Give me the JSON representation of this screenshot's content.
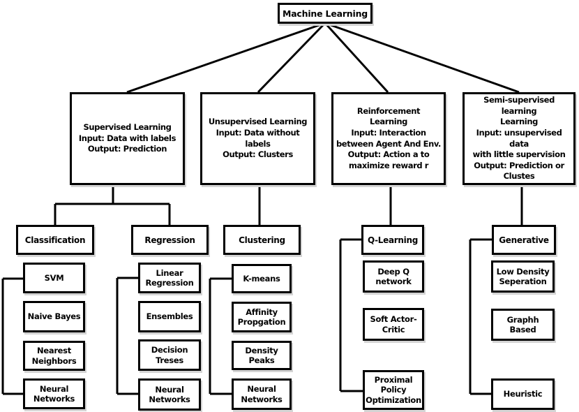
{
  "diagram_title": "Machine Learning",
  "nodes": {
    "machine_learning": "Machine Learning",
    "supervised": "Supervised Learning\nInput: Data with labels\nOutput: Prediction",
    "unsupervised": "Unsupervised Learning\nInput: Data without\nlabels\nOutput: Clusters",
    "reinforcement": "Reinforcement\nLearning\nInput: Interaction\nbetween Agent And Env.\nOutput: Action a to\nmaximize reward r",
    "semi_supervised": "Semi-supervised learning\nLearning\nInput: unsupervised data\nwith little supervision\nOutput: Prediction or\nClustes",
    "classification": "Classification",
    "regression": "Regression",
    "clustering": "Clustering",
    "q_learning": "Q-Learning",
    "generative": "Generative",
    "svm": "SVM",
    "naive_bayes": "Naive Bayes",
    "nearest_neighbors": "Nearest\nNeighbors",
    "neural_networks_1": "Neural\nNetworks",
    "linear_regression": "Linear\nRegression",
    "ensembles": "Ensembles",
    "decision_treses": "Decision\nTreses",
    "neural_networks_2": "Neural\nNetworks",
    "k_means": "K-means",
    "affinity_propgation": "Affinity\nPropgation",
    "density_peaks": "Density\nPeaks",
    "neural_networks_3": "Neural\nNetworks",
    "deep_q_network": "Deep Q\nnetwork",
    "soft_actor_critic": "Soft Actor-\nCritic",
    "proximal_policy_optimization": "Proximal\nPolicy\nOptimization",
    "low_density_seperation": "Low Density\nSeperation",
    "graphh_based": "Graphh\nBased",
    "heuristic": "Heuristic"
  },
  "colors": {
    "line": "#000000",
    "box_border": "#000000",
    "background": "#ffffff",
    "shadow": "#d4d4d4"
  }
}
